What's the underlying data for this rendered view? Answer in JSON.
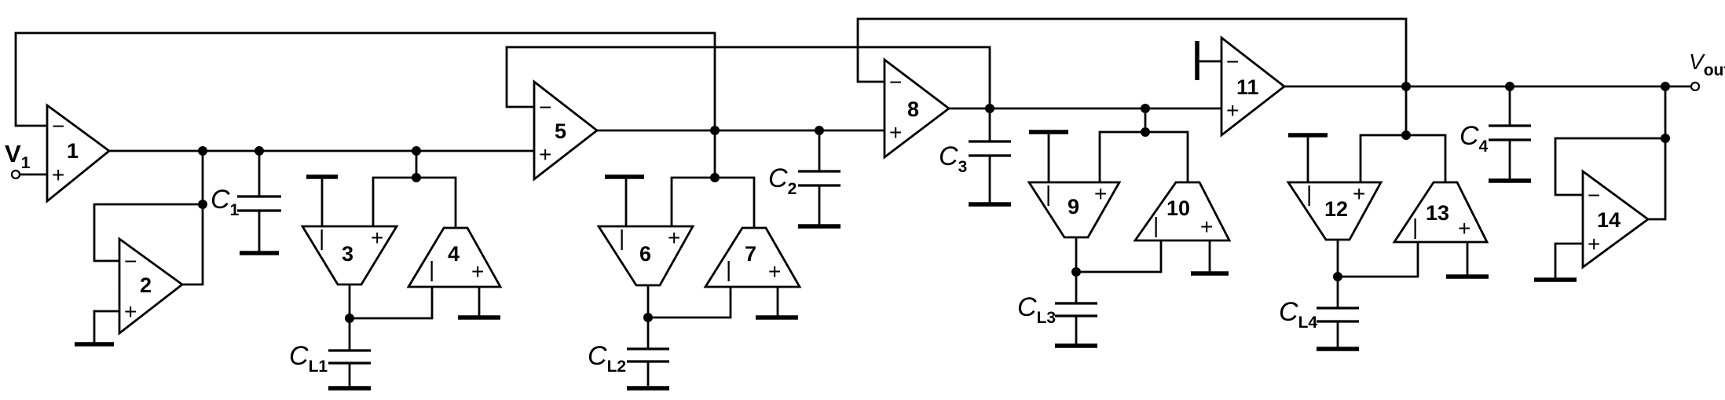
{
  "amplifiers": [
    "1",
    "2",
    "3",
    "4",
    "5",
    "6",
    "7",
    "8",
    "9",
    "10",
    "11",
    "12",
    "13",
    "14"
  ],
  "pins": {
    "minus": "−",
    "plus": "+",
    "bar": "|"
  },
  "labels": {
    "vin": "V",
    "vin_sub": "1",
    "vout": "V",
    "vout_sub": "out",
    "c1": "C",
    "c1_sub": "1",
    "c2": "C",
    "c2_sub": "2",
    "c3": "C",
    "c3_sub": "3",
    "c4": "C",
    "c4_sub": "4",
    "cl1": "C",
    "cl1_sub": "L1",
    "cl2": "C",
    "cl2_sub": "L2",
    "cl3": "C",
    "cl3_sub": "L3",
    "cl4": "C",
    "cl4_sub": "L4"
  }
}
